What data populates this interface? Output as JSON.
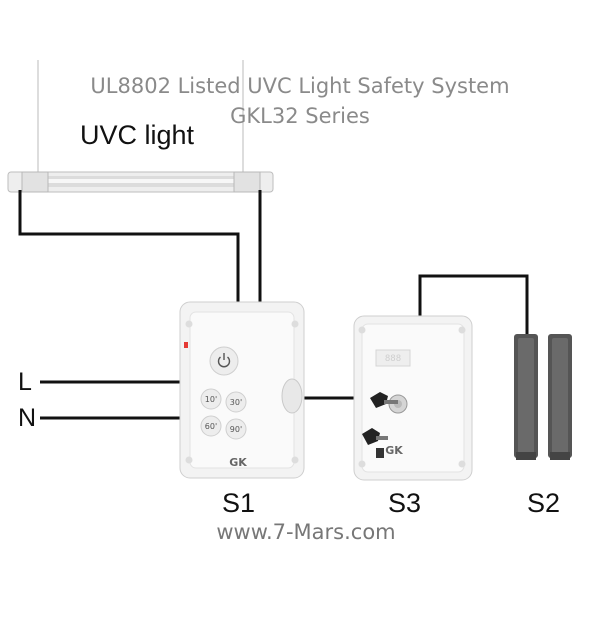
{
  "title": {
    "line1": "UL8802 Listed UVC Light Safety System",
    "line2": "GKL32 Series"
  },
  "uvc_label": "UVC light",
  "inputs": {
    "L": "L",
    "N": "N"
  },
  "devices": {
    "s1": {
      "label": "S1",
      "buttons": [
        "10'",
        "30'",
        "60'",
        "90'"
      ],
      "logo": "GK"
    },
    "s3": {
      "label": "S3",
      "display": "888",
      "logo": "GK"
    },
    "s2": {
      "label": "S2"
    }
  },
  "website": "www.7-Mars.com",
  "colors": {
    "title": "#8a8a8a",
    "wire": "#111111",
    "box": "#f2f2f2",
    "sensor": "#555555",
    "led": "#e53935"
  },
  "icons": [
    "power-icon",
    "key-icon"
  ]
}
